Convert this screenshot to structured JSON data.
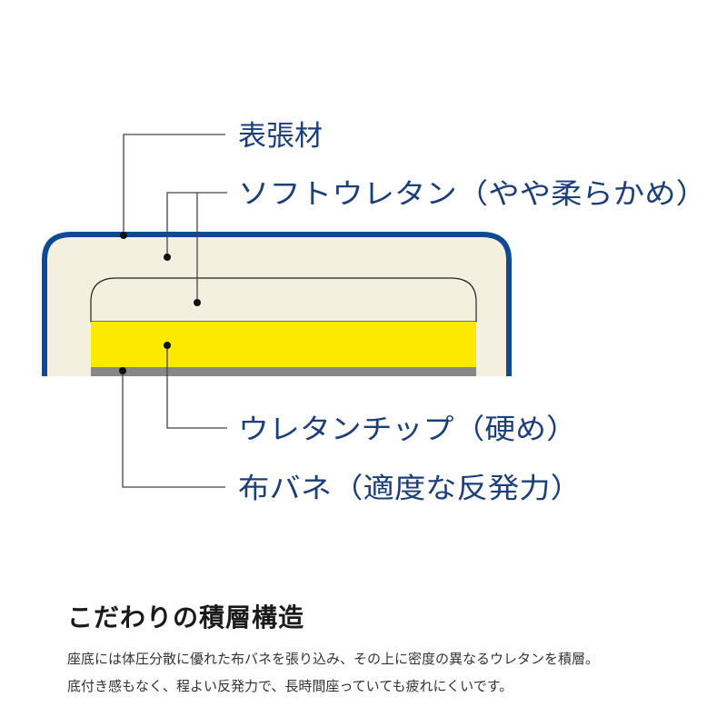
{
  "diagram": {
    "labels": {
      "cover": "表張材",
      "soft_urethane": "ソフトウレタン（やや柔らかめ）",
      "urethane_chip": "ウレタンチップ（硬め）",
      "cloth_spring": "布バネ（適度な反発力）"
    },
    "colors": {
      "frame": "#0d4a91",
      "cream": "#f3f0e0",
      "yellow": "#fde800",
      "spring_gray": "#878787",
      "label_text": "#1c3f78",
      "leader_line": "#444444"
    }
  },
  "text": {
    "heading": "こだわりの積層構造",
    "description_lines": [
      "座底には体圧分散に優れた布バネを張り込み、その上に密度の異なるウレタンを積層。",
      "底付き感もなく、程よい反発力で、長時間座っていても疲れにくいです。"
    ]
  }
}
